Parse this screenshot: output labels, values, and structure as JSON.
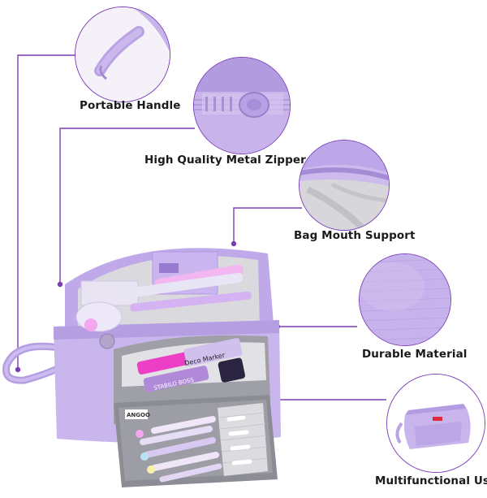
{
  "features": [
    {
      "id": "handle",
      "label": "Portable Handle"
    },
    {
      "id": "zipper",
      "label": "High Quality Metal Zipper"
    },
    {
      "id": "mouth",
      "label": "Bag Mouth Support"
    },
    {
      "id": "material",
      "label": "Durable Material"
    },
    {
      "id": "use",
      "label": "Multifunctional Use"
    }
  ],
  "product_text": {
    "brand_tag": "ANGOO",
    "marker_label": "Deco Marker",
    "highlighter_label": "STABILO BOSS"
  },
  "colors": {
    "accent_line": "#7a3db8",
    "fabric": "#c9b6ea",
    "fabric_dark": "#a890d6",
    "lining": "#d8d8dc",
    "brand_tag": "#e0283a"
  }
}
